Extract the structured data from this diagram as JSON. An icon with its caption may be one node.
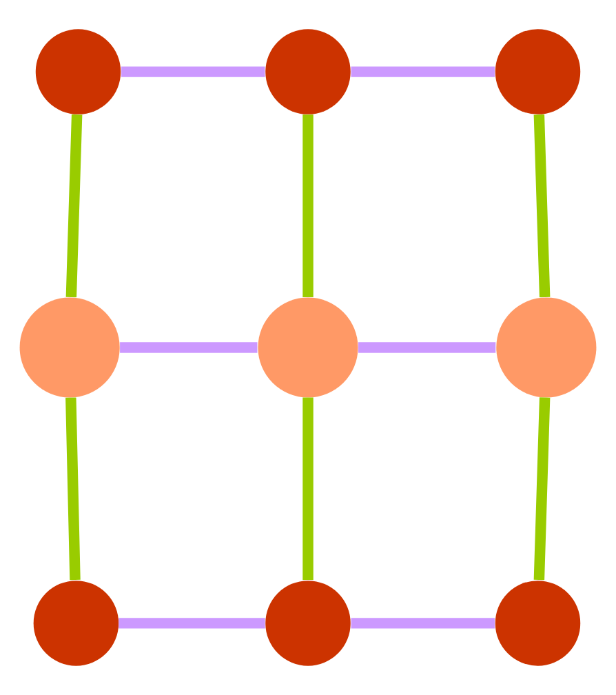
{
  "diagram": {
    "nodes": [
      {
        "text": [],
        "shape": "circle"
      },
      {
        "text": [],
        "shape": "circle"
      },
      {
        "text": [],
        "shape": "circle"
      },
      {
        "text": [],
        "shape": "circle"
      },
      {
        "text": [],
        "shape": "circle"
      },
      {
        "text": [],
        "shape": "circle"
      },
      {
        "text": [],
        "shape": "circle"
      },
      {
        "text": [],
        "shape": "circle"
      },
      {
        "text": [],
        "shape": "circle"
      }
    ],
    "edges": [
      {
        "from": 0,
        "to": 1,
        "arrow": "none",
        "color": "#cc99ff"
      },
      {
        "from": 1,
        "to": 2,
        "arrow": "none",
        "color": "#cc99ff"
      },
      {
        "from": 0,
        "to": 3,
        "arrow": "none",
        "color": "#99cc00"
      },
      {
        "from": 3,
        "to": 6,
        "arrow": "none",
        "color": "#99cc00"
      },
      {
        "from": 1,
        "to": 4,
        "arrow": "none",
        "color": "#99cc00"
      },
      {
        "from": 4,
        "to": 7,
        "arrow": "none",
        "color": "#99cc00"
      },
      {
        "from": 2,
        "to": 5,
        "arrow": "none",
        "color": "#99cc00"
      },
      {
        "from": 5,
        "to": 8,
        "arrow": "none",
        "color": "#99cc00"
      },
      {
        "from": 3,
        "to": 4,
        "arrow": "none",
        "color": "#cc99ff"
      },
      {
        "from": 4,
        "to": 5,
        "arrow": "none",
        "color": "#cc99ff"
      },
      {
        "from": 6,
        "to": 7,
        "arrow": "none",
        "color": "#cc99ff"
      },
      {
        "from": 7,
        "to": 8,
        "arrow": "none",
        "color": "#cc99ff"
      }
    ]
  }
}
